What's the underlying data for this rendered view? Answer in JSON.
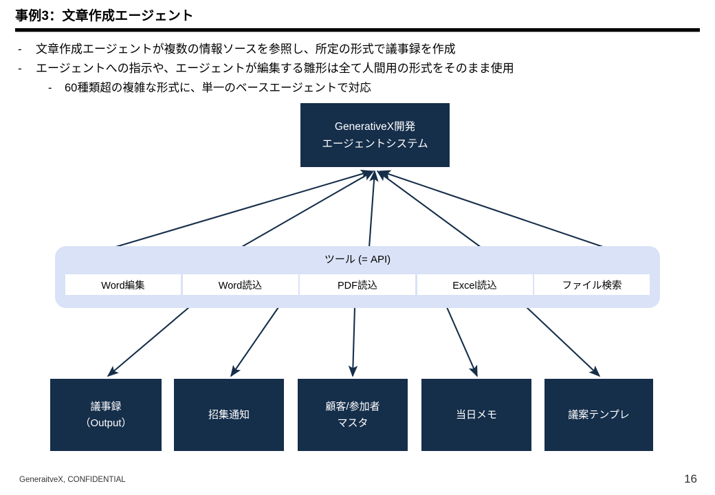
{
  "slide": {
    "title": "事例3：文章作成エージェント",
    "bullets": [
      {
        "level": 1,
        "mark": "-",
        "text": "文章作成エージェントが複数の情報ソースを参照し、所定の形式で議事録を作成"
      },
      {
        "level": 1,
        "mark": "-",
        "text": "エージェントへの指示や、エージェントが編集する雛形は全て人間用の形式をそのまま使用"
      },
      {
        "level": 2,
        "mark": "-",
        "text": "60種類超の複雑な形式に、単一のベースエージェントで対応"
      }
    ]
  },
  "diagram": {
    "agent_system": {
      "line1": "GenerativeX開発",
      "line2": "エージェントシステム"
    },
    "tools_panel": {
      "label": "ツール (= API)",
      "tools": [
        {
          "label": "Word編集"
        },
        {
          "label": "Word読込"
        },
        {
          "label": "PDF読込"
        },
        {
          "label": "Excel読込"
        },
        {
          "label": "ファイル検索"
        }
      ]
    },
    "outputs": [
      {
        "line1": "議事録",
        "line2": "（Output）"
      },
      {
        "line1": "招集通知",
        "line2": ""
      },
      {
        "line1": "顧客/参加者",
        "line2": "マスタ"
      },
      {
        "line1": "当日メモ",
        "line2": ""
      },
      {
        "line1": "議案テンプレ",
        "line2": ""
      }
    ]
  },
  "footer": {
    "confidential": "GeneraitveX, CONFIDENTIAL",
    "page_number": "16"
  },
  "colors": {
    "node_navy": "#152E4A",
    "panel_blue": "#D9E2F6",
    "arrow": "#152E4A",
    "rule": "#000000",
    "background": "#FFFFFF"
  }
}
